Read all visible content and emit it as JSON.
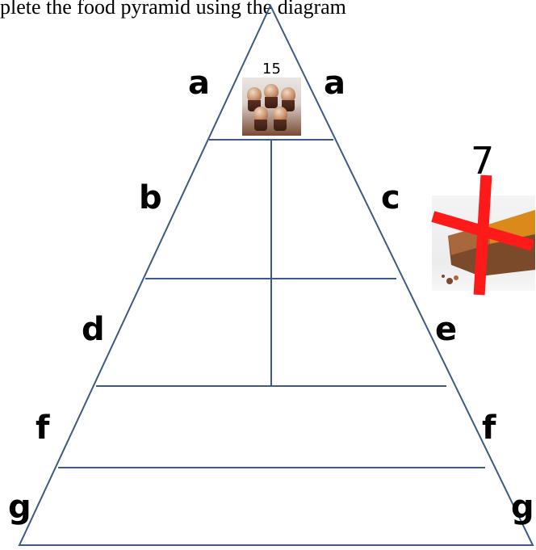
{
  "header": {
    "text": "plete the food pyramid using the diagram"
  },
  "pyramid": {
    "labels": {
      "a_left": "a",
      "a_right": "a",
      "b": "b",
      "c": "c",
      "d": "d",
      "e": "e",
      "f_left": "f",
      "f_right": "f",
      "g_left": "g",
      "g_right": "g"
    }
  },
  "items": {
    "cupcakes": {
      "count": "15",
      "icon": "cupcake-icon"
    },
    "chocolate": {
      "count": "7",
      "icon": "chocolate-bar-icon",
      "status": "crossed out"
    }
  },
  "colors": {
    "lines": "#3b5a86",
    "cross": "#ff1a1a"
  }
}
